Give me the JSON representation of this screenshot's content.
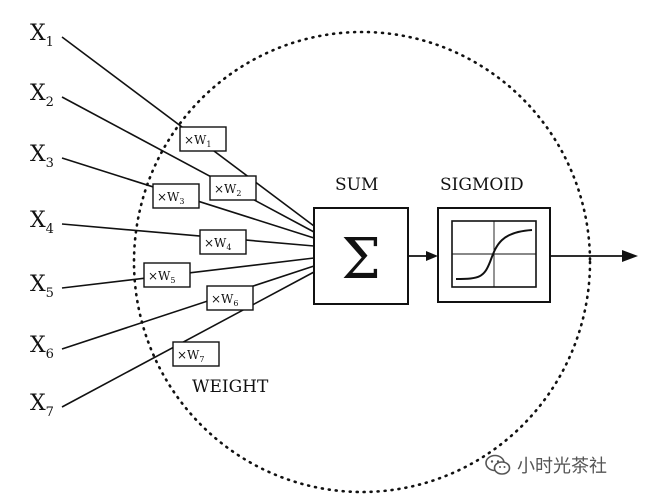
{
  "inputs": [
    {
      "base": "X",
      "sub": "1"
    },
    {
      "base": "X",
      "sub": "2"
    },
    {
      "base": "X",
      "sub": "3"
    },
    {
      "base": "X",
      "sub": "4"
    },
    {
      "base": "X",
      "sub": "5"
    },
    {
      "base": "X",
      "sub": "6"
    },
    {
      "base": "X",
      "sub": "7"
    }
  ],
  "weights": [
    {
      "prefix": "×W",
      "sub": "1"
    },
    {
      "prefix": "×W",
      "sub": "2"
    },
    {
      "prefix": "×W",
      "sub": "3"
    },
    {
      "prefix": "×W",
      "sub": "4"
    },
    {
      "prefix": "×W",
      "sub": "5"
    },
    {
      "prefix": "×W",
      "sub": "6"
    },
    {
      "prefix": "×W",
      "sub": "7"
    }
  ],
  "labels": {
    "sum": "SUM",
    "sigmoid": "SIGMOID",
    "weight": "WEIGHT",
    "sigma": "Σ"
  },
  "watermark": {
    "icon": "wechat-icon",
    "text": "小时光茶社"
  },
  "colors": {
    "stroke": "#111111",
    "background": "#ffffff"
  }
}
